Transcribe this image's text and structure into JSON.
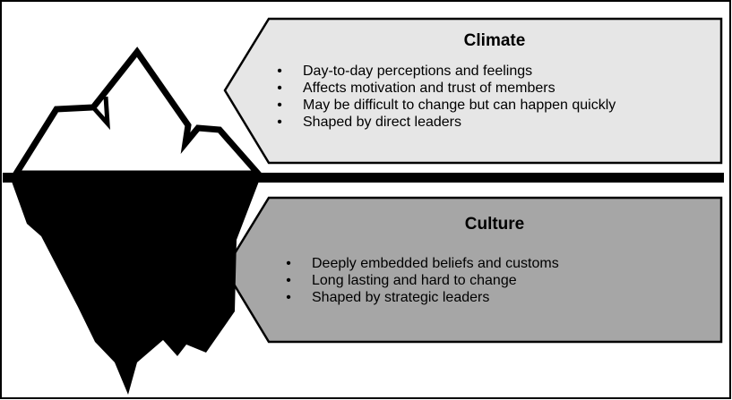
{
  "climate": {
    "title": "Climate",
    "fill": "#e6e6e6",
    "items": [
      "Day-to-day perceptions and feelings",
      "Affects motivation and trust of members",
      "May be difficult to change but can happen quickly",
      "Shaped by direct leaders"
    ]
  },
  "culture": {
    "title": "Culture",
    "fill": "#a6a6a6",
    "items": [
      "Deeply embedded beliefs and customs",
      "Long lasting and hard to change",
      "Shaped by strategic leaders"
    ]
  },
  "bullet_glyph": "•",
  "colors": {
    "outline": "#000000",
    "waterline": "#000000",
    "iceberg_above": "#ffffff",
    "iceberg_below": "#000000"
  }
}
